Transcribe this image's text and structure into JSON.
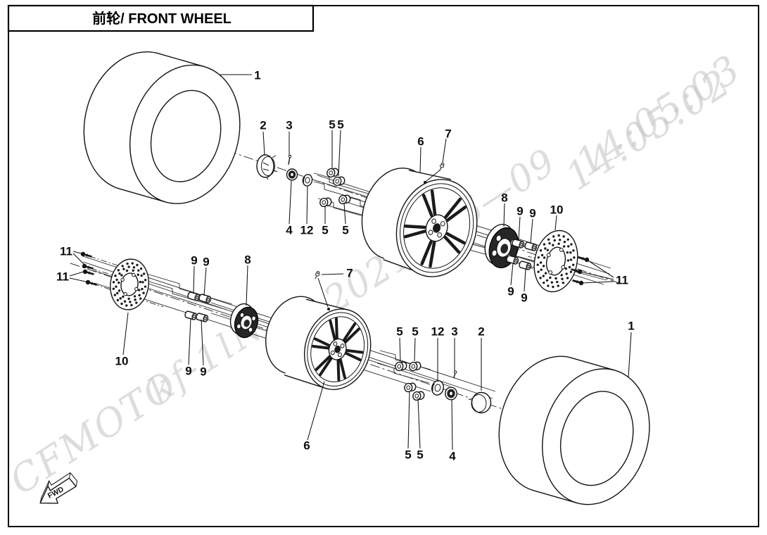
{
  "title": {
    "text": "前轮/ FRONT WHEEL"
  },
  "watermark": {
    "brand": "CFMOTO",
    "user": "kf-1lN",
    "date": "2021—06—09",
    "time_primary": "14:05:02",
    "time_secondary": "14:05:03",
    "color": "#c8c8c8"
  },
  "direction": {
    "label": "FWD"
  },
  "callouts": [
    {
      "ref": "1"
    },
    {
      "ref": "2"
    },
    {
      "ref": "3"
    },
    {
      "ref": "5"
    },
    {
      "ref": "5"
    },
    {
      "ref": "6"
    },
    {
      "ref": "7"
    },
    {
      "ref": "4"
    },
    {
      "ref": "12"
    },
    {
      "ref": "5"
    },
    {
      "ref": "5"
    },
    {
      "ref": "8"
    },
    {
      "ref": "9"
    },
    {
      "ref": "9"
    },
    {
      "ref": "10"
    },
    {
      "ref": "9"
    },
    {
      "ref": "9"
    },
    {
      "ref": "11"
    },
    {
      "ref": "11"
    },
    {
      "ref": "11"
    },
    {
      "ref": "9"
    },
    {
      "ref": "9"
    },
    {
      "ref": "8"
    },
    {
      "ref": "7"
    },
    {
      "ref": "10"
    },
    {
      "ref": "9"
    },
    {
      "ref": "9"
    },
    {
      "ref": "6"
    },
    {
      "ref": "5"
    },
    {
      "ref": "5"
    },
    {
      "ref": "12"
    },
    {
      "ref": "3"
    },
    {
      "ref": "2"
    },
    {
      "ref": "5"
    },
    {
      "ref": "5"
    },
    {
      "ref": "4"
    },
    {
      "ref": "1"
    }
  ]
}
